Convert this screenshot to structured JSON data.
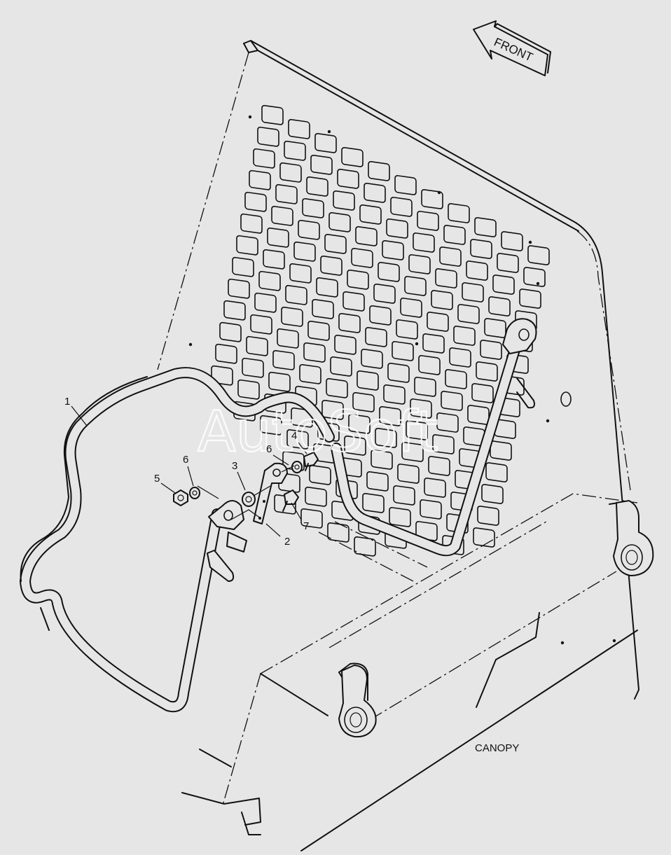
{
  "direction_label": "FRONT",
  "caption": "CANOPY",
  "watermark": "AutoSoft",
  "callouts": [
    {
      "id": "callout-1",
      "label": "1"
    },
    {
      "id": "callout-2",
      "label": "2"
    },
    {
      "id": "callout-3",
      "label": "3"
    },
    {
      "id": "callout-4",
      "label": "4"
    },
    {
      "id": "callout-5",
      "label": "5"
    },
    {
      "id": "callout-6a",
      "label": "6"
    },
    {
      "id": "callout-6b",
      "label": "6"
    },
    {
      "id": "callout-7",
      "label": "7"
    }
  ],
  "colors": {
    "background": "#e6e6e6",
    "linework": "#111111",
    "watermark": "#ffffff"
  }
}
